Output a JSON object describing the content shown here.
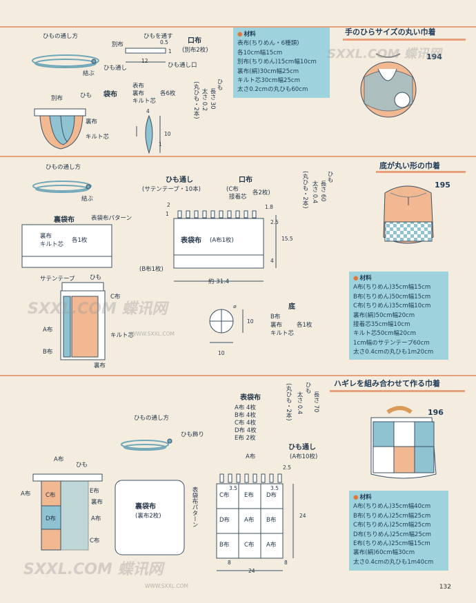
{
  "page_number": "132",
  "watermarks": [
    "SXXL.COM 蝶讯网",
    "WWW.SXXL.COM"
  ],
  "sections": [
    {
      "title": "手のひらサイズの丸い巾着",
      "number": "194",
      "materials_heading": "材料",
      "materials": [
        "表布(ちりめん・6種類)",
        "各10cm幅15cm",
        "別布(ちりめん)15cm幅10cm",
        "裏布(絹)30cm幅25cm",
        "キルト芯30cm幅25cm",
        "太さ0.2cmの丸ひも60cm"
      ],
      "labels": {
        "cord_threading": "ひもの通し方",
        "knot": "結ぶ",
        "besu": "別布",
        "himo_tosu": "ひもを通す",
        "dim_05": "0.5",
        "dim_12": "12",
        "dim_1": "1",
        "himo_tooshi": "ひも通し",
        "himo_tooshi_guchi": "ひも通し口",
        "kuchi": "口布",
        "kuchi_sub": "(別布2枚)",
        "bag": "袋布",
        "bag_lines": [
          "表布",
          "裏布",
          "キルト芯"
        ],
        "each6": "各6枚",
        "cord": "ひも",
        "cord_len": "長さ 30",
        "cord_thick": "太さ 0.2",
        "cord_kind": "(丸ひも・2本)",
        "himo": "ひも",
        "ura": "裏布",
        "quilt": "キルト芯",
        "dim_4": "4",
        "dim_10": "10",
        "dim_1b": "1"
      }
    },
    {
      "title": "底が丸い形の巾着",
      "number": "195",
      "materials_heading": "材料",
      "materials": [
        "A布(ちりめん)35cm幅15cm",
        "B布(ちりめん)50cm幅15cm",
        "C布(ちりめん)35cm幅10cm",
        "裏布(絹)50cm幅20cm",
        "接着芯35cm幅10cm",
        "キルト芯50cm幅20cm",
        "1cm幅のサテンテープ60cm",
        "太さ0.4cmの丸ひも1m20cm"
      ],
      "labels": {
        "cord_threading": "ひもの通し方",
        "knot": "結ぶ",
        "himo_tooshi": "ひも通し",
        "satin_ten": "(サテンテープ・10本)",
        "kuchi": "口布",
        "kuchi_sub1": "(C布",
        "kuchi_sub2": "接着芯",
        "each2": "各2枚)",
        "cord": "ひも",
        "cord_len": "長さ 60",
        "cord_thick": "太さ 0.4",
        "cord_kind": "(丸ひも・2本)",
        "dim_2": "2",
        "dim_1": "1",
        "dim_18": "1.8",
        "dim_25": "2.5",
        "dim_155": "15.5",
        "dim_4": "4",
        "ura_bag": "裏袋布",
        "ura_pattern": "表袋布パターン",
        "ura_l1": "裏布",
        "ura_l2": "キルト芯",
        "each1": "各1枚",
        "omote_bag": "表袋布",
        "omote_sub": "(A布1枚)",
        "b_one": "(B布1枚)",
        "circ": "約 31.4",
        "satin": "サテンテープ",
        "himo": "ひも",
        "c": "C布",
        "a": "A布",
        "quilt": "キルト芯",
        "b": "B布",
        "ura": "裏布",
        "bottom": "底",
        "phi": "⌀",
        "bottom_l1": "B布",
        "bottom_l2": "裏布",
        "bottom_l3": "キルト芯",
        "each1b": "各1枚",
        "dim_10": "10",
        "dim_10b": "10"
      }
    },
    {
      "title": "ハギレを組み合わせて作る巾着",
      "number": "196",
      "materials_heading": "材料",
      "materials": [
        "A布(ちりめん)35cm幅40cm",
        "B布(ちりめん)25cm幅25cm",
        "C布(ちりめん)25cm幅25cm",
        "D布(ちりめん)25cm幅25cm",
        "E布(ちりめん)25cm幅15cm",
        "裏布(絹)60cm幅30cm",
        "太さ0.4cmの丸ひも1m40cm"
      ],
      "labels": {
        "omote_bag": "表袋布",
        "parts": [
          "A布 4枚",
          "B布 4枚",
          "C布 4枚",
          "D布 4枚",
          "E布 2枚"
        ],
        "cord": "ひも",
        "cord_len": "長さ 70",
        "cord_thick": "太さ 0.4",
        "cord_kind": "(丸ひも・2本)",
        "cord_threading": "ひもの通し方",
        "cord_deco": "ひも飾り",
        "himo_tooshi": "ひも通し",
        "himo_tooshi_sub": "(A布10枚)",
        "a": "A布",
        "himo": "ひも",
        "e": "E布",
        "ura": "裏布",
        "c": "C布",
        "d": "D布",
        "ura_bag": "裏袋布",
        "ura_sub": "(裏布2枚)",
        "pattern": "表袋布パターン",
        "dim_35": "3.5",
        "dim_35b": "3.5",
        "dim_25": "2.5",
        "dim_24": "24",
        "dim_24b": "24",
        "dim_8": "8",
        "dim_8b": "8",
        "grid": [
          "C布",
          "E布",
          "D布",
          "D布",
          "A布",
          "B布",
          "B布",
          "C布",
          "A布"
        ]
      }
    }
  ],
  "colors": {
    "accent": "#e7a07a",
    "materials_bg": "#9ed3de",
    "blue": "#8fc3d2",
    "orange": "#f2b891"
  }
}
